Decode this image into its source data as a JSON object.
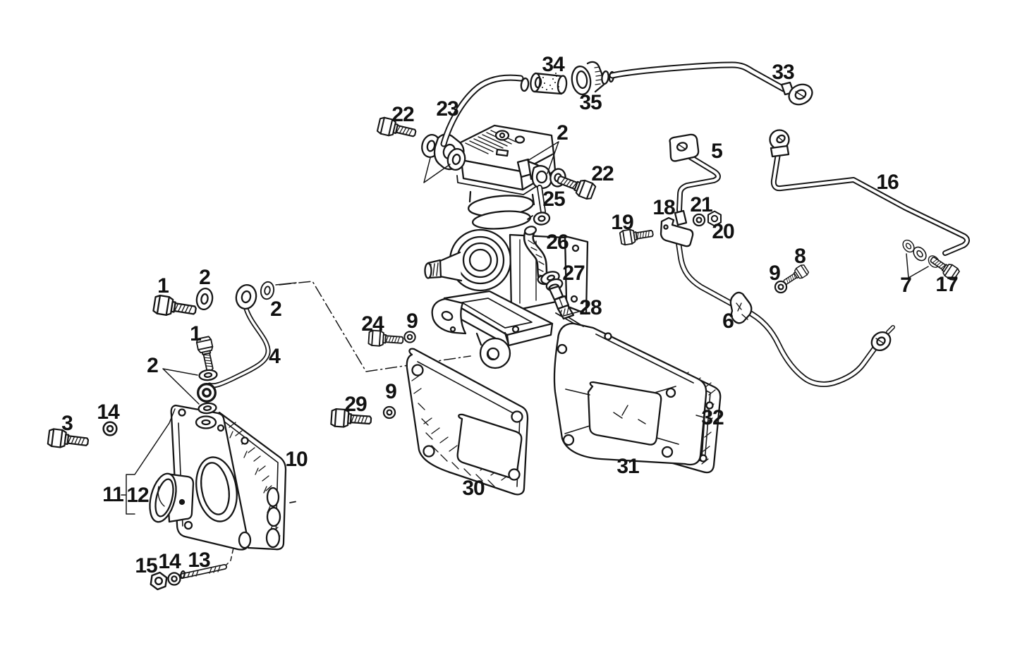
{
  "page": {
    "background": "#ffffff",
    "ink": "#161616",
    "description": "Exploded line-art parts diagram of an air compressor with mounting plate, gaskets, support bracket and pipework, annotated with numbered part callouts"
  },
  "labels": [
    {
      "id": "34",
      "text": "34"
    },
    {
      "id": "35",
      "text": "35"
    },
    {
      "id": "33",
      "text": "33"
    },
    {
      "id": "22-a",
      "text": "22"
    },
    {
      "id": "23",
      "text": "23"
    },
    {
      "id": "2-a",
      "text": "2"
    },
    {
      "id": "22-b",
      "text": "22"
    },
    {
      "id": "25",
      "text": "25"
    },
    {
      "id": "5",
      "text": "5"
    },
    {
      "id": "16",
      "text": "16"
    },
    {
      "id": "18",
      "text": "18"
    },
    {
      "id": "21",
      "text": "21"
    },
    {
      "id": "19",
      "text": "19"
    },
    {
      "id": "20",
      "text": "20"
    },
    {
      "id": "26",
      "text": "26"
    },
    {
      "id": "27",
      "text": "27"
    },
    {
      "id": "8",
      "text": "8"
    },
    {
      "id": "9-a",
      "text": "9"
    },
    {
      "id": "28",
      "text": "28"
    },
    {
      "id": "7",
      "text": "7"
    },
    {
      "id": "17",
      "text": "17"
    },
    {
      "id": "1-a",
      "text": "1"
    },
    {
      "id": "2-b",
      "text": "2"
    },
    {
      "id": "2-c",
      "text": "2"
    },
    {
      "id": "4",
      "text": "4"
    },
    {
      "id": "1-b",
      "text": "1"
    },
    {
      "id": "2-d",
      "text": "2"
    },
    {
      "id": "24",
      "text": "24"
    },
    {
      "id": "9-b",
      "text": "9"
    },
    {
      "id": "3",
      "text": "3"
    },
    {
      "id": "14-a",
      "text": "14"
    },
    {
      "id": "29",
      "text": "29"
    },
    {
      "id": "9-c",
      "text": "9"
    },
    {
      "id": "10",
      "text": "10"
    },
    {
      "id": "11",
      "text": "11"
    },
    {
      "id": "12",
      "text": "12"
    },
    {
      "id": "30",
      "text": "30"
    },
    {
      "id": "31",
      "text": "31"
    },
    {
      "id": "32",
      "text": "32"
    },
    {
      "id": "6",
      "text": "6"
    },
    {
      "id": "15",
      "text": "15"
    },
    {
      "id": "14-b",
      "text": "14"
    },
    {
      "id": "13",
      "text": "13"
    }
  ]
}
